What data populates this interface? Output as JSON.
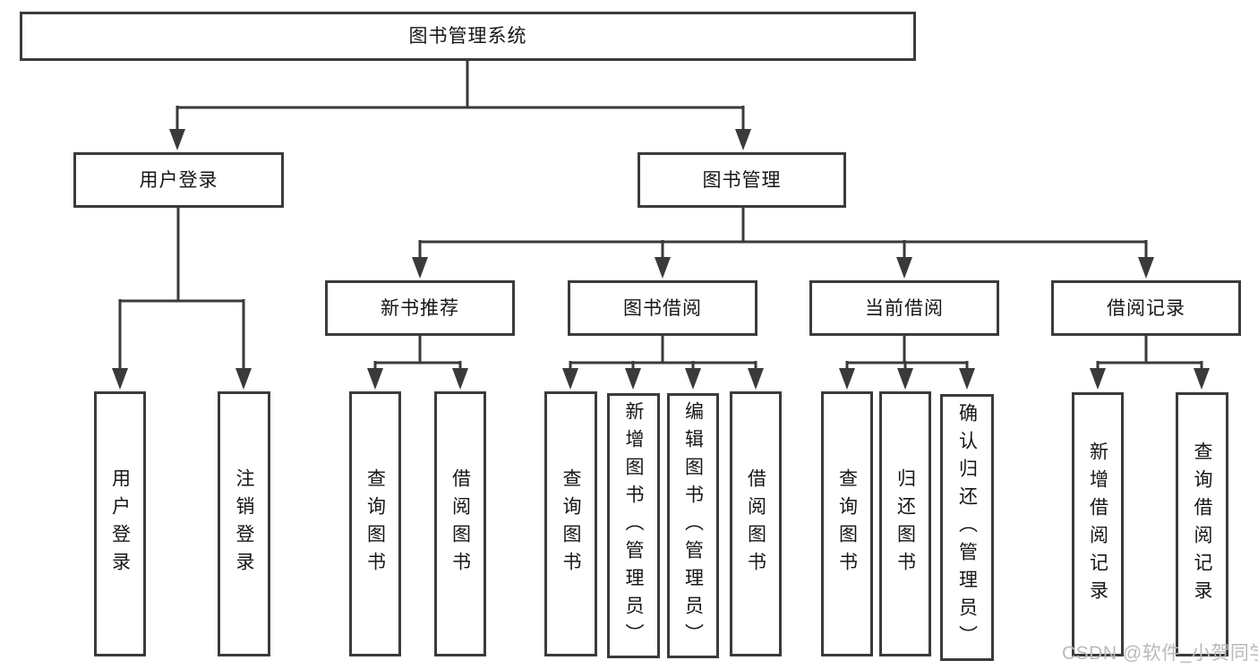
{
  "diagram": {
    "type": "tree-diagram",
    "title": "图书管理系统",
    "nodes": {
      "root": {
        "label": "图书管理系统",
        "parent": null
      },
      "login_group": {
        "label": "用户登录",
        "parent": "root"
      },
      "book_mgmt": {
        "label": "图书管理",
        "parent": "root"
      },
      "new_books": {
        "label": "新书推荐",
        "parent": "book_mgmt"
      },
      "book_borrow": {
        "label": "图书借阅",
        "parent": "book_mgmt"
      },
      "current_borrow": {
        "label": "当前借阅",
        "parent": "book_mgmt"
      },
      "borrow_records": {
        "label": "借阅记录",
        "parent": "book_mgmt"
      },
      "user_login": {
        "label": "用户登录",
        "parent": "login_group"
      },
      "logout": {
        "label": "注销登录",
        "parent": "login_group"
      },
      "query_books_1": {
        "label": "查询图书",
        "parent": "new_books"
      },
      "borrow_books_1": {
        "label": "借阅图书",
        "parent": "new_books"
      },
      "query_books_2": {
        "label": "查询图书",
        "parent": "book_borrow"
      },
      "add_books_admin": {
        "label": "新增图书（管理员）",
        "parent": "book_borrow"
      },
      "edit_books_admin": {
        "label": "编辑图书（管理员）",
        "parent": "book_borrow"
      },
      "borrow_books_2": {
        "label": "借阅图书",
        "parent": "book_borrow"
      },
      "query_books_3": {
        "label": "查询图书",
        "parent": "current_borrow"
      },
      "return_books": {
        "label": "归还图书",
        "parent": "current_borrow"
      },
      "confirm_return_admin": {
        "label": "确认归还（管理员）",
        "parent": "current_borrow"
      },
      "add_borrow_record": {
        "label": "新增借阅记录",
        "parent": "borrow_records"
      },
      "query_borrow_record": {
        "label": "查询借阅记录",
        "parent": "borrow_records"
      }
    },
    "watermark": {
      "text": "CSDN @软件_小贺同学"
    },
    "colors": {
      "line": "#3a3a3a",
      "box_border": "#3b3b3b",
      "text": "#161616",
      "watermark": "#b9b9b9",
      "background": "#ffffff"
    }
  }
}
